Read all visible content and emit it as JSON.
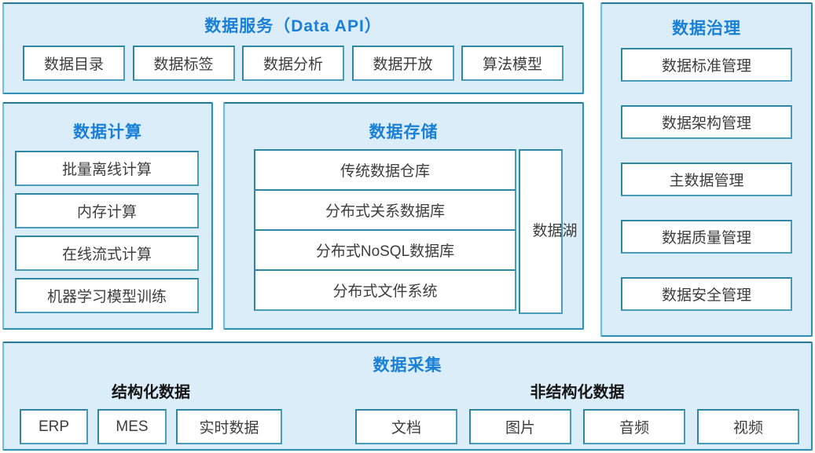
{
  "colors": {
    "panel_fill": "#dcedfa",
    "panel_border": "#2b7795",
    "box_border": "#2e86a3",
    "title_blue": "#1a80d6",
    "box_text": "#3d3d3d",
    "group_label_text": "#161616"
  },
  "services": {
    "title": "数据服务（Data API）",
    "items": [
      "数据目录",
      "数据标签",
      "数据分析",
      "数据开放",
      "算法模型"
    ]
  },
  "computing": {
    "title": "数据计算",
    "items": [
      "批量离线计算",
      "内存计算",
      "在线流式计算",
      "机器学习模型训练"
    ]
  },
  "storage": {
    "title": "数据存储",
    "rows": [
      "传统数据仓库",
      "分布式关系数据库",
      "分布式NoSQL数据库",
      "分布式文件系统"
    ],
    "side": "数据湖"
  },
  "governance": {
    "title": "数据治理",
    "items": [
      "数据标准管理",
      "数据架构管理",
      "主数据管理",
      "数据质量管理",
      "数据安全管理"
    ]
  },
  "collection": {
    "title": "数据采集",
    "groups": [
      {
        "label": "结构化数据",
        "items": [
          "ERP",
          "MES",
          "实时数据"
        ]
      },
      {
        "label": "非结构化数据",
        "items": [
          "文档",
          "图片",
          "音频",
          "视频"
        ]
      }
    ]
  }
}
